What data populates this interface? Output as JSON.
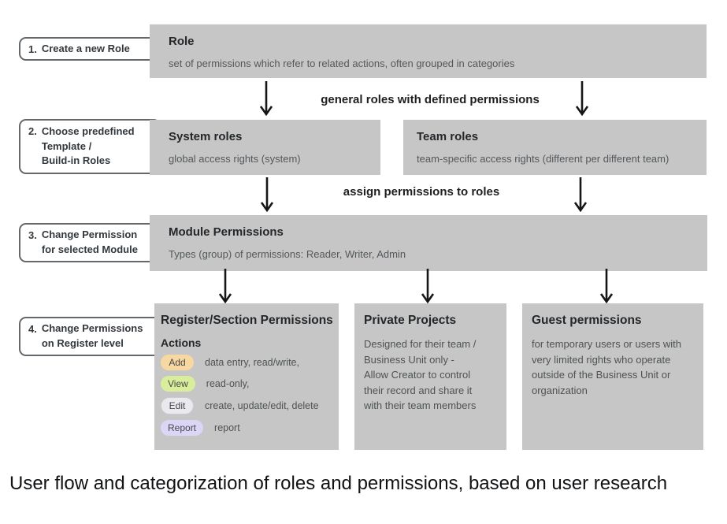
{
  "steps": [
    {
      "number": "1.",
      "label": "Create a new Role"
    },
    {
      "number": "2.",
      "label": "Choose predefined\nTemplate /\nBuild-in Roles"
    },
    {
      "number": "3.",
      "label": "Change Permission\nfor selected Module"
    },
    {
      "number": "4.",
      "label": "Change Permissions\non Register level"
    }
  ],
  "boxes": {
    "role": {
      "title": "Role",
      "subtitle": "set of permissions which refer to related actions, often grouped in categories"
    },
    "system_roles": {
      "title": "System roles",
      "subtitle": "global access rights (system)"
    },
    "team_roles": {
      "title": "Team roles",
      "subtitle": "team-specific access rights (different per different team)"
    },
    "module_permissions": {
      "title": "Module Permissions",
      "subtitle": "Types (group) of permissions: Reader, Writer, Admin"
    },
    "register_permissions": {
      "title": "Register/Section Permissions",
      "actions_label": "Actions",
      "actions": [
        {
          "tag": "Add",
          "description": "data entry, read/write,",
          "color": "#f7d8a0"
        },
        {
          "tag": "View",
          "description": "read-only,",
          "color": "#d9ee9d"
        },
        {
          "tag": "Edit",
          "description": "create, update/edit, delete",
          "color": "#eae9ee"
        },
        {
          "tag": "Report",
          "description": "report",
          "color": "#dbd5f6"
        }
      ]
    },
    "private_projects": {
      "title": "Private Projects",
      "body": "Designed for their team /\nBusiness Unit only  -\nAllow Creator to control\ntheir record and share it\nwith their team members"
    },
    "guest_permissions": {
      "title": "Guest permissions",
      "body": "for temporary users or users with\nvery limited rights who operate\noutside of the Business Unit or\norganization"
    }
  },
  "connectors": {
    "label_1": "general roles with defined permissions",
    "label_2": "assign permissions to roles"
  },
  "caption": "User flow and categorization of roles and permissions, based on user research",
  "colors": {
    "flow_box_bg": "#c6c6c6",
    "arrow": "#161616",
    "pill_add": "#f7d8a0",
    "pill_view": "#d9ee9d",
    "pill_edit": "#eae9ee",
    "pill_report": "#dbd5f6"
  }
}
